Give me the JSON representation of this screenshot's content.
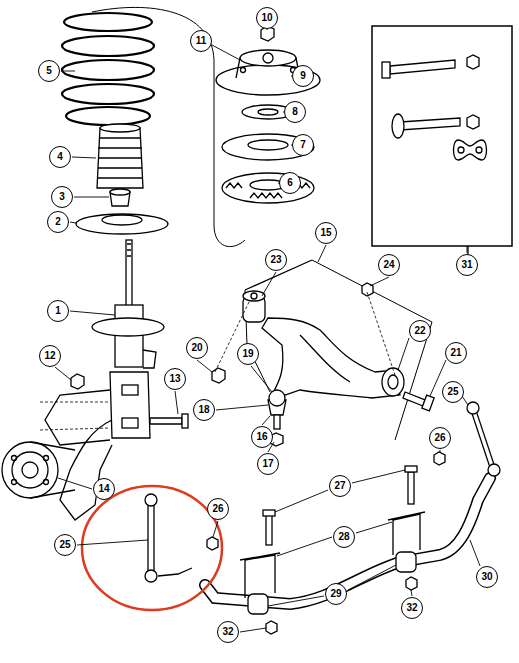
{
  "diagram": {
    "nodes": [
      {
        "text": [
          "10"
        ]
      },
      {
        "text": [
          "11"
        ]
      },
      {
        "text": [
          "5"
        ]
      },
      {
        "text": [
          "9"
        ]
      },
      {
        "text": [
          "8"
        ]
      },
      {
        "text": [
          "7"
        ]
      },
      {
        "text": [
          "4"
        ]
      },
      {
        "text": [
          "6"
        ]
      },
      {
        "text": [
          "3"
        ]
      },
      {
        "text": [
          "2"
        ]
      },
      {
        "text": [
          "15"
        ]
      },
      {
        "text": [
          "23"
        ]
      },
      {
        "text": [
          "24"
        ]
      },
      {
        "text": [
          "31"
        ]
      },
      {
        "text": [
          "1"
        ]
      },
      {
        "text": [
          "22"
        ]
      },
      {
        "text": [
          "20"
        ]
      },
      {
        "text": [
          "19"
        ]
      },
      {
        "text": [
          "21"
        ]
      },
      {
        "text": [
          "12"
        ]
      },
      {
        "text": [
          "13"
        ]
      },
      {
        "text": [
          "25"
        ]
      },
      {
        "text": [
          "18"
        ]
      },
      {
        "text": [
          "16"
        ]
      },
      {
        "text": [
          "26"
        ]
      },
      {
        "text": [
          "17"
        ]
      },
      {
        "text": [
          "14"
        ]
      },
      {
        "text": [
          "27"
        ]
      },
      {
        "text": [
          "26"
        ]
      },
      {
        "text": [
          "28"
        ]
      },
      {
        "text": [
          "25"
        ]
      },
      {
        "text": [
          "30"
        ]
      },
      {
        "text": [
          "29"
        ]
      },
      {
        "text": [
          "32"
        ]
      },
      {
        "text": [
          "32"
        ]
      }
    ]
  }
}
